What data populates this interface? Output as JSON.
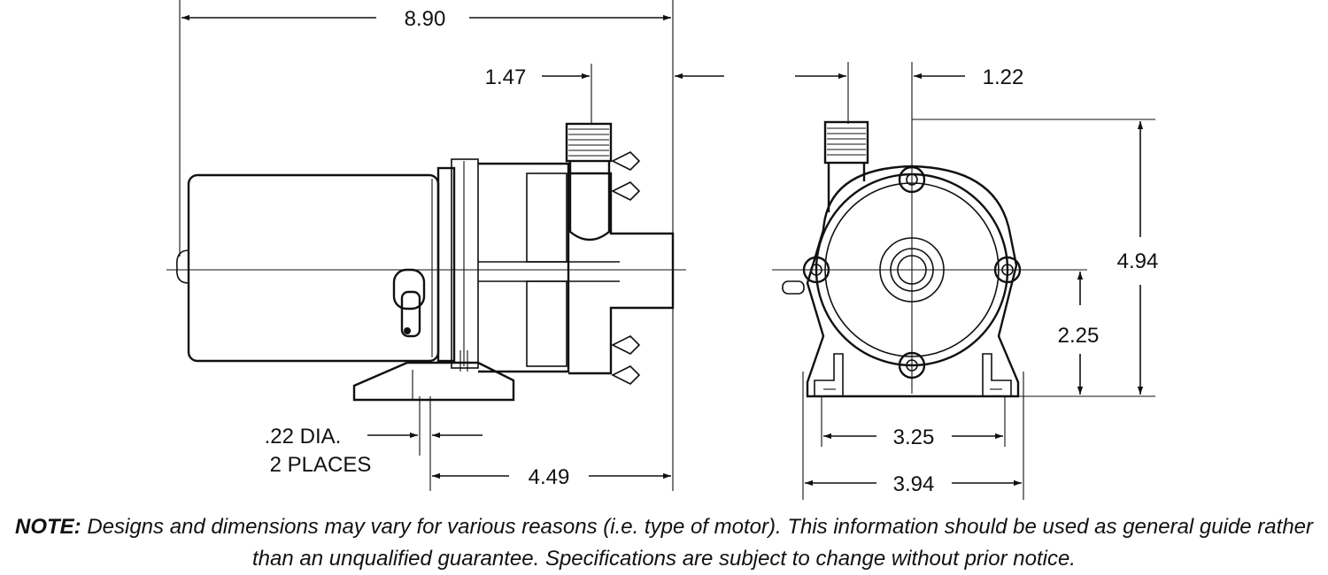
{
  "diagram": {
    "side_view": {
      "overall_length": "8.90",
      "outlet_offset": "1.47",
      "mount_length": "4.49",
      "hole_label_line1": ".22 DIA.",
      "hole_label_line2": "2 PLACES"
    },
    "front_view": {
      "outlet_offset": "1.22",
      "overall_height": "4.94",
      "center_height": "2.25",
      "hole_spacing": "3.25",
      "base_width": "3.94"
    }
  },
  "note": {
    "label": "NOTE:",
    "text": " Designs and dimensions may vary for various reasons (i.e. type of motor).  This information should be used as general guide rather than an unqualified guarantee.  Specifications are subject to change without prior notice."
  }
}
